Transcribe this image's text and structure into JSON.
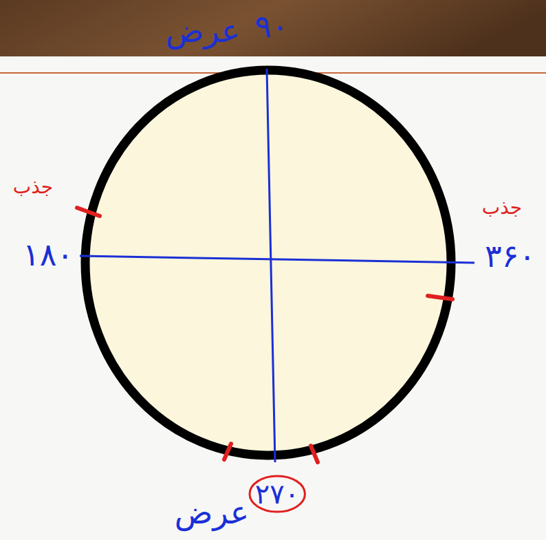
{
  "diagram": {
    "nodes": [
      {
        "text": [
          "۲۷۰"
        ]
      }
    ],
    "labels": [
      "عرض",
      "۹۰",
      "جذب",
      "۱۸۰",
      "جذب",
      "۳۶۰",
      "عرض"
    ]
  }
}
